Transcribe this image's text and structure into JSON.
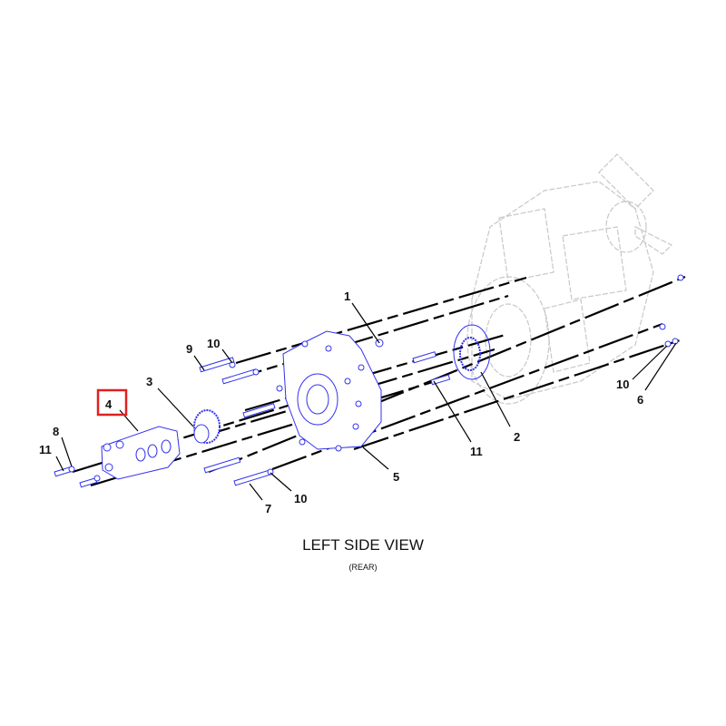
{
  "diagram": {
    "title": "LEFT SIDE VIEW",
    "subtitle": "(REAR)",
    "highlighted_callout": "4",
    "colors": {
      "part": "#3333ee",
      "engine": "#c8c8c8",
      "axis": "#000000",
      "highlight": "#e02020"
    },
    "callouts": {
      "c1": "1",
      "c2": "2",
      "c3": "3",
      "c4": "4",
      "c5": "5",
      "c6": "6",
      "c7": "7",
      "c8": "8",
      "c9": "9",
      "c10a": "10",
      "c10b": "10",
      "c10c": "10",
      "c11a": "11",
      "c11b": "11"
    }
  }
}
